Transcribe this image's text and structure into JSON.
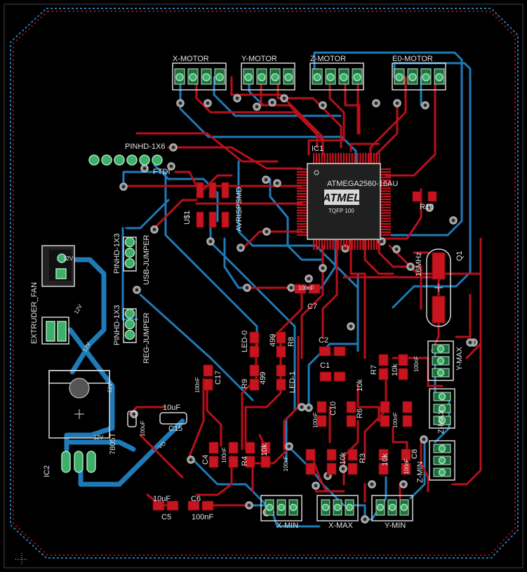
{
  "board": {
    "background": "#000000",
    "colors": {
      "top_copper": "#b8101c",
      "bottom_copper": "#1f7bb8",
      "silkscreen": "#d8d8d8",
      "pads": "#3fae6a"
    }
  },
  "labels": {
    "x_motor": "X-MOTOR",
    "y_motor": "Y-MOTOR",
    "z_motor": "Z-MOTOR",
    "e0_motor": "E0-MOTOR",
    "ic1": "IC1",
    "atmega": "ATMEGA2560-16AU",
    "atmel": "ATMEL",
    "tqfp": "TQFP 100",
    "pinhd_1x6": "PINHD-1X6",
    "ftdi": "FTDI",
    "us1": "U$1",
    "avrisp": "AVRISPSMD",
    "r10": "R10",
    "q1": "Q1",
    "freq": "16MHz",
    "pinhd_1x3_a": "PINHD-1X3",
    "usb_jumper": "USB-JUMPER",
    "pinhd_1x3_b": "PINHD-1X3",
    "reg_jumper": "REG-JUMPER",
    "extruder_fan": "EXTRUDER_FAN",
    "v12_a": "12V",
    "v12_b": "12V",
    "v12_c": "12V",
    "v12_d": "12V",
    "v12_e": "12V",
    "vo": "VO",
    "ic2": "IC2",
    "reg7805": "7805T",
    "c7": "C7",
    "c7_val": "100nF",
    "c2": "C2",
    "c1": "C1",
    "led0": "LED-0",
    "led1": "LED-1",
    "r8": "R8",
    "r9": "R9",
    "r499_a": "499",
    "r499_b": "499",
    "c17": "C17",
    "c17_val": "100nF",
    "c15": "C15",
    "c15_val": "10uF",
    "c_100uf": "100uF",
    "c4": "C4",
    "c4_val": "100nF",
    "r4": "R4",
    "r4_val": "10k",
    "c5": "C5",
    "c5_val": "10uF",
    "c6": "C6",
    "c6_val": "100nF",
    "x_min": "X-MIN",
    "x_max": "X-MAX",
    "y_min": "Y-MIN",
    "y_max": "Y-MAX",
    "z_max": "Z-MAX",
    "z_min": "Z-MIN",
    "r7": "R7",
    "r6": "R6",
    "r3": "R3",
    "c8": "C8",
    "c10": "C10",
    "r10k_a": "10k",
    "r10k_b": "10k",
    "r10k_c": "10k",
    "r10k_d": "10k",
    "c100nf_a": "100nF",
    "c100nf_b": "100nF",
    "c100nf_c": "100nF",
    "c100nf_d": "100nF",
    "c100nf_e": "100nF"
  }
}
